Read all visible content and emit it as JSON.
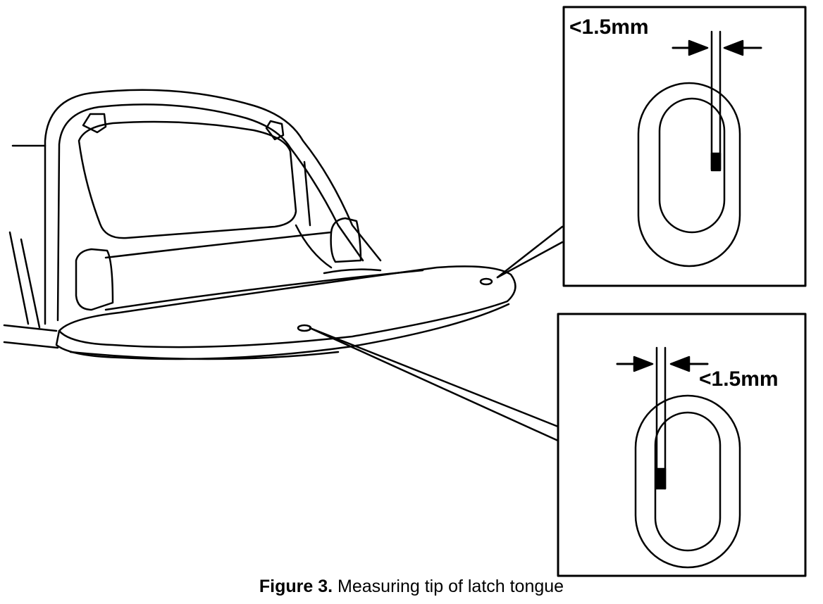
{
  "figure": {
    "number_label": "Figure 3.",
    "caption_text": "Measuring tip of latch tongue"
  },
  "detail_top": {
    "measurement_label": "<1.5mm"
  },
  "detail_bottom": {
    "measurement_label": "<1.5mm"
  },
  "colors": {
    "ink": "#000000",
    "paper": "#ffffff"
  }
}
